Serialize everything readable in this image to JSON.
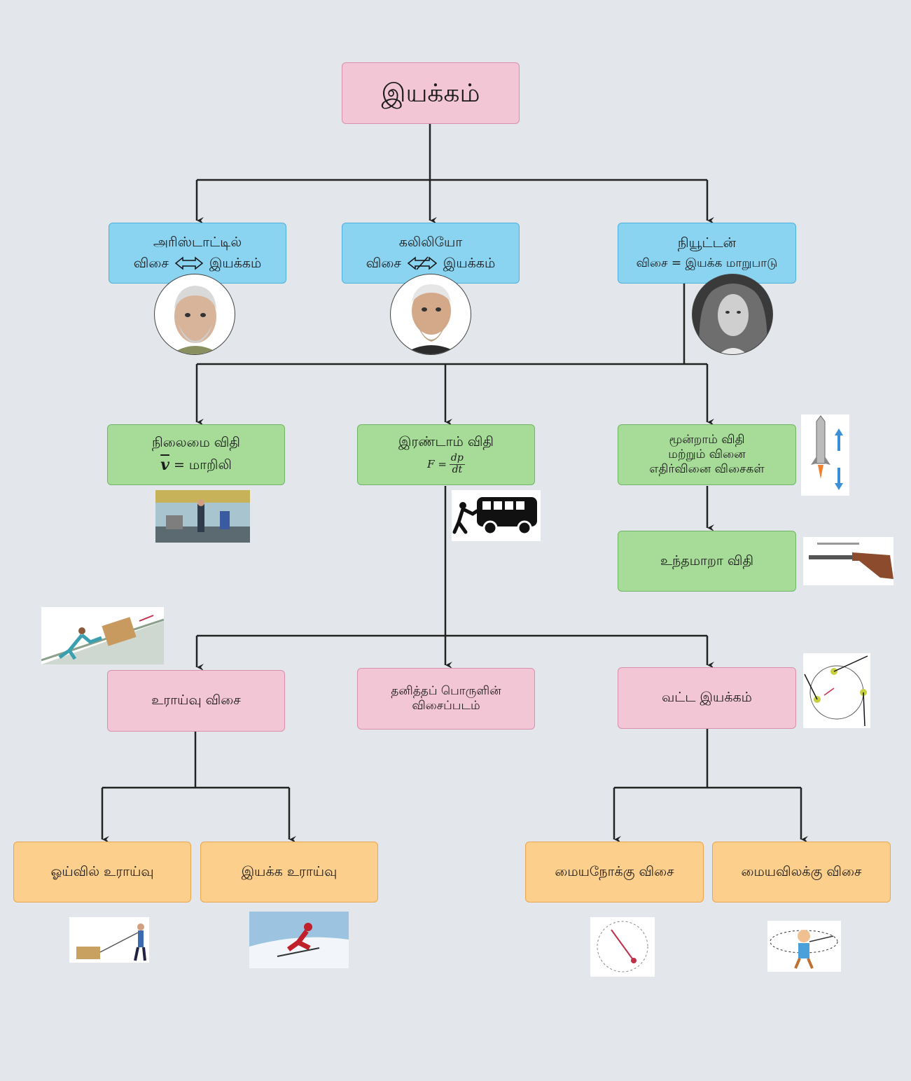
{
  "root": {
    "title": "இயக்கம்"
  },
  "thinkers": {
    "aristotle": {
      "name": "அரிஸ்டாட்டில்",
      "left": "விசை",
      "right": "இயக்கம்"
    },
    "galileo": {
      "name": "கலிலியோ",
      "left": "விசை",
      "right": "இயக்கம்"
    },
    "newton": {
      "name": "நியூட்டன்",
      "relation": "விசை = இயக்க மாறுபாடு"
    }
  },
  "laws": {
    "first": {
      "title": "நிலைமை விதி",
      "formula_rhs": "= மாறிலி",
      "symbol": "v"
    },
    "second": {
      "title": "இரண்டாம் விதி",
      "lhs": "F =",
      "num": "dp",
      "den": "dt"
    },
    "third": {
      "line1": "மூன்றாம் விதி",
      "line2": "மற்றும் வினை",
      "line3": "எதிர்வினை விசைகள்"
    },
    "momentum": {
      "title": "உந்தமாறா  விதி"
    }
  },
  "topics": {
    "friction": "உராய்வு விசை",
    "fbd": {
      "line1": "தனித்தப் பொருளின்",
      "line2": "விசைப்படம்"
    },
    "circular": "வட்ட இயக்கம்"
  },
  "subtopics": {
    "static_friction": "ஓய்வில் உராய்வு",
    "kinetic_friction": "இயக்க உராய்வு",
    "centripetal": "மையநோக்கு விசை",
    "centrifugal": "மையவிலக்கு விசை"
  }
}
